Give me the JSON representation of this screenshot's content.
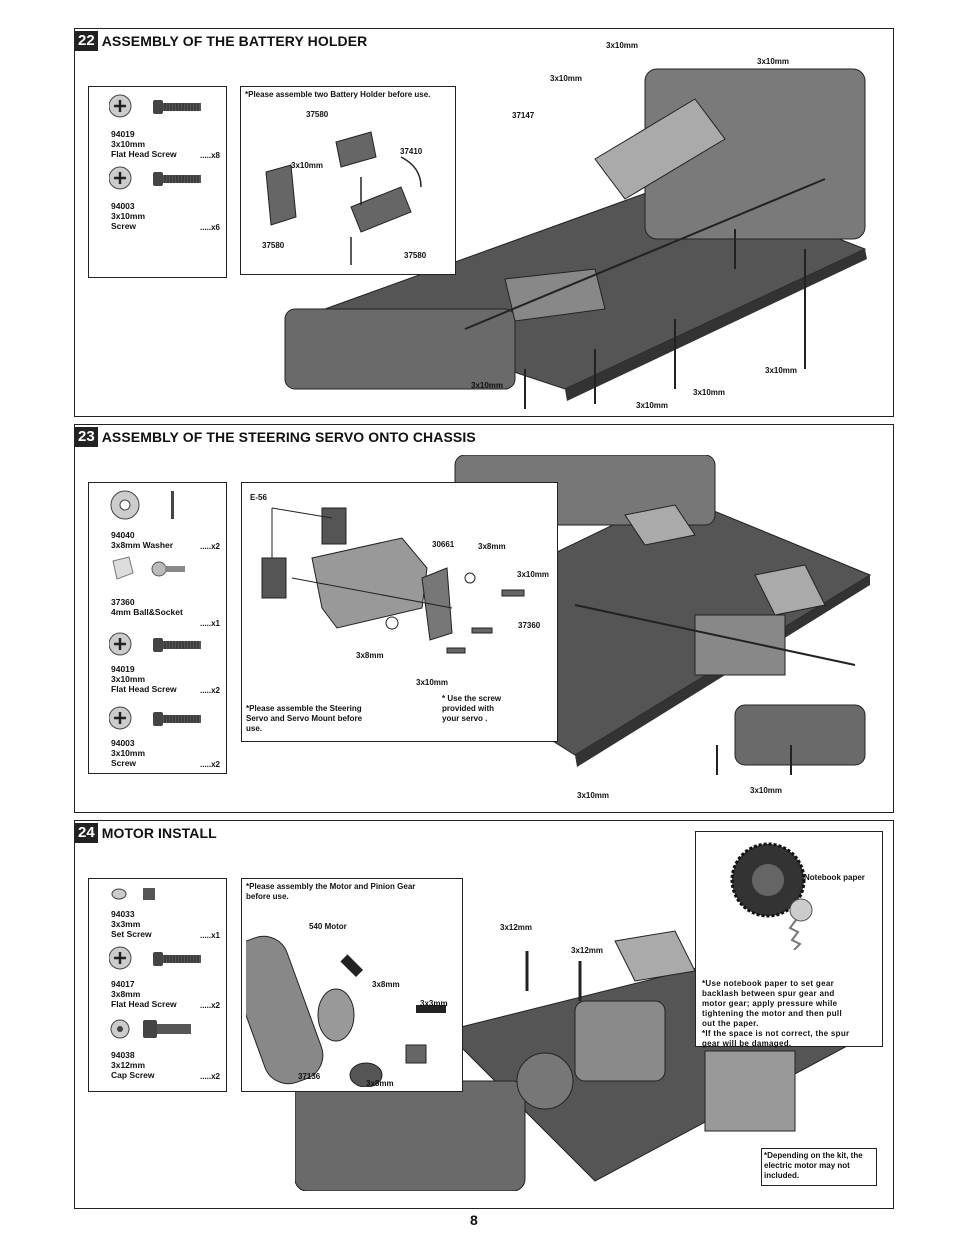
{
  "page_number": "8",
  "sections": [
    {
      "number": "22",
      "title": "ASSEMBLY OF THE BATTERY HOLDER",
      "parts": [
        {
          "code": "94019",
          "desc": "3x10mm\nFlat Head Screw",
          "qty": ".....x8",
          "icon": "flat-head-screw-icon"
        },
        {
          "code": "94003",
          "desc": "3x10mm\nScrew",
          "qty": ".....x6",
          "icon": "screw-icon"
        }
      ],
      "inset_note": "*Please assemble two Battery Holder before use.",
      "inset_labels": [
        "37580",
        "37410",
        "3x10mm",
        "37580",
        "37580"
      ],
      "main_labels": [
        "3x10mm",
        "3x10mm",
        "3x10mm",
        "37147",
        "3x10mm",
        "3x10mm",
        "3x10mm",
        "3x10mm"
      ]
    },
    {
      "number": "23",
      "title": "ASSEMBLY OF THE STEERING SERVO ONTO CHASSIS",
      "parts": [
        {
          "code": "94040",
          "desc": "3x8mm Washer",
          "qty": ".....x2",
          "icon": "washer-icon"
        },
        {
          "code": "37360",
          "desc": "4mm Ball&Socket",
          "qty": ".....x1",
          "icon": "ball-socket-icon"
        },
        {
          "code": "94019",
          "desc": "3x10mm\nFlat Head Screw",
          "qty": ".....x2",
          "icon": "flat-head-screw-icon"
        },
        {
          "code": "94003",
          "desc": "3x10mm\nScrew",
          "qty": ".....x2",
          "icon": "screw-icon"
        }
      ],
      "inset_note": "*Please assemble the Steering\n Servo and Servo Mount before\n use.",
      "inset_note2": "* Use the screw\n  provided with\n  your servo .",
      "inset_labels": [
        "E-56",
        "30661",
        "3x8mm",
        "3x10mm",
        "37360",
        "3x8mm",
        "3x10mm"
      ],
      "main_labels": [
        "3x10mm",
        "3x10mm"
      ]
    },
    {
      "number": "24",
      "title": "MOTOR INSTALL",
      "parts": [
        {
          "code": "94033",
          "desc": "3x3mm\nSet Screw",
          "qty": ".....x1",
          "icon": "set-screw-icon"
        },
        {
          "code": "94017",
          "desc": "3x8mm\nFlat Head Screw",
          "qty": ".....x2",
          "icon": "flat-head-screw-icon"
        },
        {
          "code": "94038",
          "desc": "3x12mm\nCap Screw",
          "qty": ".....x2",
          "icon": "cap-screw-icon"
        }
      ],
      "inset_note": "*Please assembly the Motor and Pinion Gear\n before use.",
      "inset_labels": [
        "540 Motor",
        "3x8mm",
        "3x3mm",
        "37136",
        "3x8mm"
      ],
      "main_labels": [
        "3x12mm",
        "3x12mm"
      ],
      "gear_label": "Notebook paper",
      "gear_note": "*Use notebook paper to set gear\n backlash between spur gear and\n motor gear; apply pressure while\n tightening the motor and then pull\n out the paper.\n*If the space is not correct, the spur\n gear will be damaged.",
      "kit_note": "*Depending on the kit, the\n electric motor may not\n included."
    }
  ],
  "colors": {
    "ink": "#111111",
    "chassis": "#555555",
    "chassis_dark": "#333333",
    "part_gray": "#9a9a9a"
  }
}
